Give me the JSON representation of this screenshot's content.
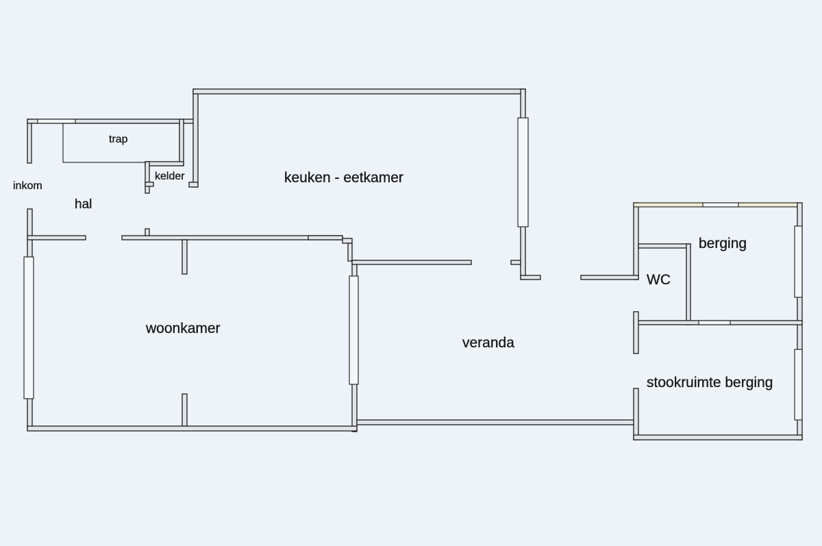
{
  "rooms": {
    "trap": "trap",
    "kelder": "kelder",
    "keuken": "keuken - eetkamer",
    "inkom": "inkom",
    "hal": "hal",
    "woonkamer": "woonkamer",
    "veranda": "veranda",
    "berging": "berging",
    "wc": "WC",
    "stookruimte": "stookruimte berging"
  }
}
